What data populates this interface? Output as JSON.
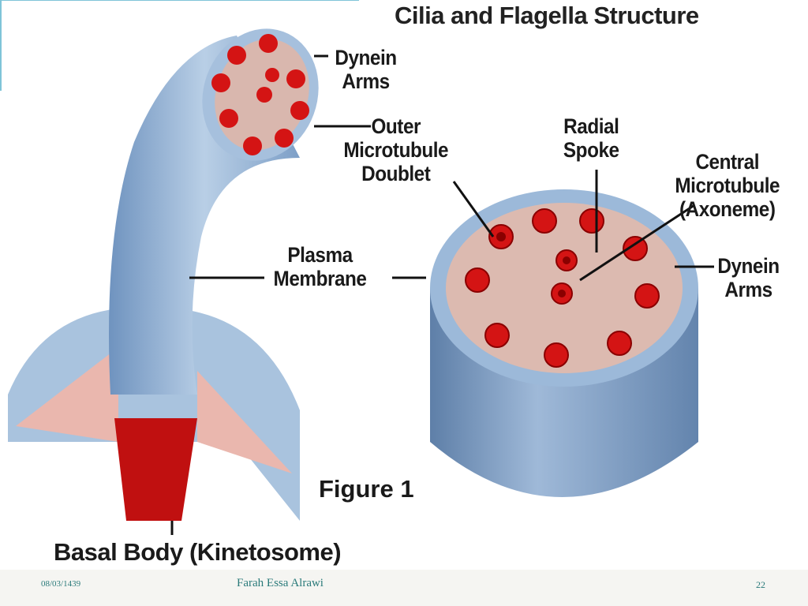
{
  "slide": {
    "title": "Cilia and Flagella Structure",
    "labels": {
      "dynein_arms_top": [
        "Dynein",
        "Arms"
      ],
      "outer_doublet": [
        "Outer",
        "Microtubule",
        "Doublet"
      ],
      "radial_spoke": [
        "Radial",
        "Spoke"
      ],
      "central_microtubule": [
        "Central",
        "Microtubule",
        "(Axoneme)"
      ],
      "plasma_membrane": [
        "Plasma",
        "Membrane"
      ],
      "dynein_arms_right": [
        "Dynein",
        "Arms"
      ],
      "figure": "Figure 1",
      "basal_body": "Basal Body (Kinetosome)"
    }
  },
  "footer": {
    "date": "08/03/1439",
    "author": "Farah Essa Alrawi",
    "page": "22"
  },
  "colors": {
    "accent": "#2a7a7a",
    "membrane": "#8fb0d3",
    "microtubule": "#d41414"
  }
}
